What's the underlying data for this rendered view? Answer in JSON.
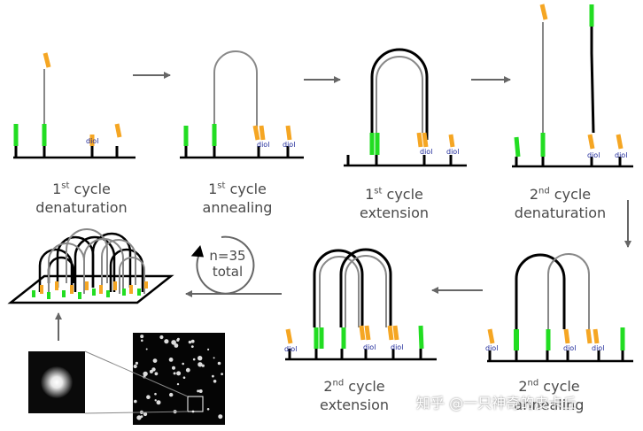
{
  "steps": [
    {
      "num": "1",
      "sup": "st",
      "word": "cycle",
      "name": "denaturation"
    },
    {
      "num": "1",
      "sup": "st",
      "word": "cycle",
      "name": "annealing"
    },
    {
      "num": "1",
      "sup": "st",
      "word": "cycle",
      "name": "extension"
    },
    {
      "num": "2",
      "sup": "nd",
      "word": "cycle",
      "name": "denaturation"
    },
    {
      "num": "2",
      "sup": "nd",
      "word": "cycle",
      "name": "extension"
    },
    {
      "num": "2",
      "sup": "nd",
      "word": "cycle",
      "name": "annealing"
    }
  ],
  "diol_label": "diol",
  "loop": {
    "line1": "n=35",
    "line2": "total"
  },
  "watermark": "知乎 @一只神奇的皮卡丘",
  "colors": {
    "primer_green": "#22dd22",
    "primer_orange": "#f5a623",
    "strand_gray": "#888888",
    "strand_black": "#000000",
    "text_gray": "#4a4a4a",
    "diol_blue": "#1f2a9a",
    "arrow_gray": "#666666"
  }
}
